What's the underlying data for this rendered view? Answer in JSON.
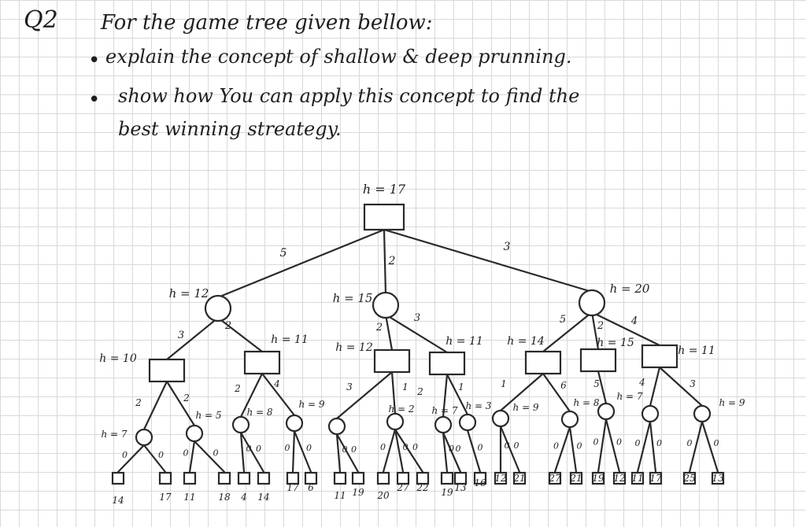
{
  "question": {
    "label": "Q2",
    "intro": "For the game tree given bellow:",
    "bullet_1": "explain the concept of shallow & deep prunning.",
    "bullet_2_line1": "show how You can apply this concept to find the",
    "bullet_2_line2": "best winning streategy."
  },
  "tree": {
    "root": {
      "h": "h = 17"
    },
    "level1": [
      {
        "h": "h = 12",
        "edge": "5"
      },
      {
        "h": "h = 15",
        "edge": "2"
      },
      {
        "h": "h = 20",
        "edge": "3"
      }
    ],
    "level2": [
      {
        "h": "h = 10",
        "edge": "3"
      },
      {
        "h": "h = 11",
        "edge": "2"
      },
      {
        "h": "h = 12",
        "edge": "2"
      },
      {
        "h": "h = 11",
        "edge": "3"
      },
      {
        "h": "h = 14",
        "edge": "5"
      },
      {
        "h": "h = 15",
        "edge": "2"
      },
      {
        "h": "h = 11",
        "edge": "4"
      }
    ],
    "level3": [
      {
        "h": "h = 7",
        "edge": "2"
      },
      {
        "h": "h = 5",
        "edge": "2"
      },
      {
        "h": "h = 8",
        "edge": "2"
      },
      {
        "h": "h = 9",
        "edge": "4"
      },
      {
        "h": "",
        "edge": "3"
      },
      {
        "h": "h = 2",
        "edge": "1"
      },
      {
        "h": "h = 7",
        "edge": "2"
      },
      {
        "h": "h = 3",
        "edge": "1"
      },
      {
        "h": "h = 9",
        "edge": "1"
      },
      {
        "h": "h = 8",
        "edge": "6"
      },
      {
        "h": "",
        "edge": "5"
      },
      {
        "h": "h = 7",
        "edge": "4"
      },
      {
        "h": "h = 9",
        "edge": "3"
      }
    ],
    "leaf_edges": "0",
    "leaves": [
      "14",
      "17",
      "11",
      "18",
      "4",
      "14",
      "17",
      "6",
      "11",
      "19",
      "20",
      "27",
      "22",
      "19",
      "13",
      "16",
      "12",
      "21",
      "27",
      "21",
      "19",
      "12",
      "11",
      "17",
      "25",
      "13"
    ]
  }
}
